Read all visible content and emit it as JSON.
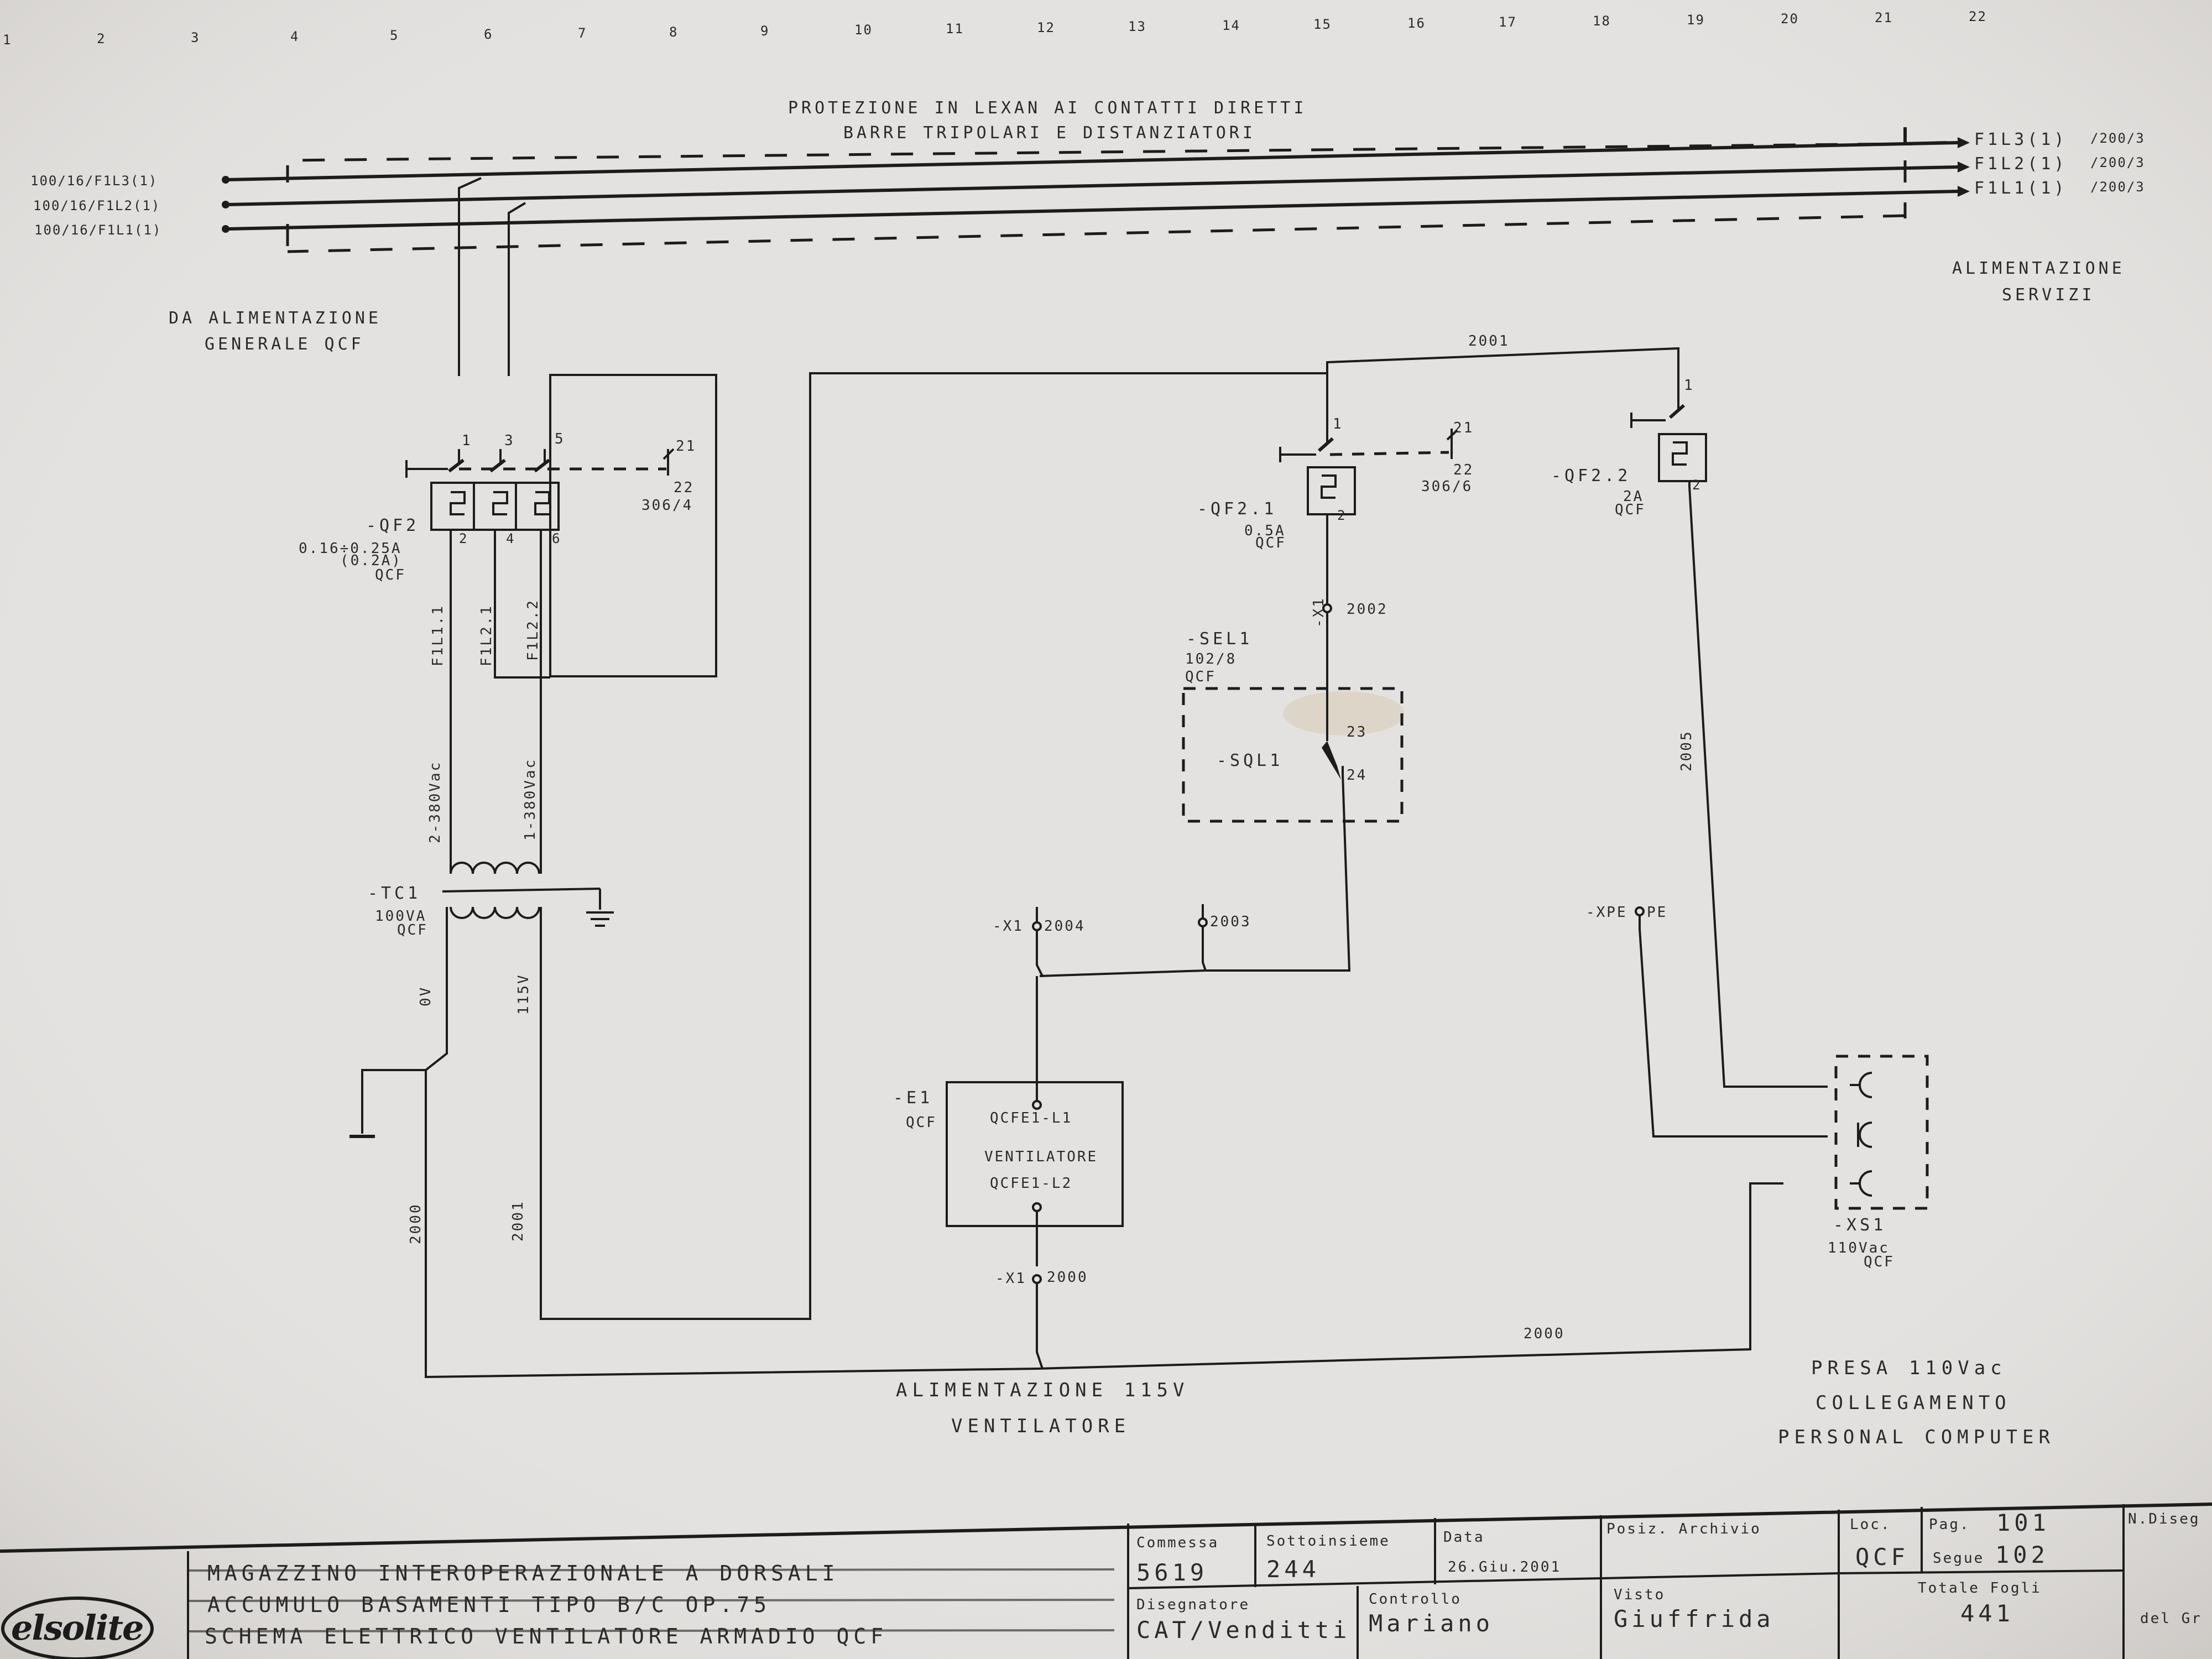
{
  "ruler": [
    "1",
    "2",
    "3",
    "4",
    "5",
    "6",
    "7",
    "8",
    "9",
    "10",
    "11",
    "12",
    "13",
    "14",
    "15",
    "16",
    "17",
    "18",
    "19",
    "20",
    "21",
    "22"
  ],
  "header": {
    "protection_line1": "PROTEZIONE IN LEXAN AI CONTATTI DIRETTI",
    "protection_line2": "BARRE TRIPOLARI E DISTANZIATORI"
  },
  "inputs": [
    "100/16/F1L3(1)",
    "100/16/F1L2(1)",
    "100/16/F1L1(1)"
  ],
  "outputs": {
    "l3": "F1L3(1)",
    "l3_ref": "/200/3",
    "l2": "F1L2(1)",
    "l2_ref": "/200/3",
    "l1": "F1L1(1)",
    "l1_ref": "/200/3"
  },
  "labels": {
    "da_alim_1": "DA ALIMENTAZIONE",
    "da_alim_2": "GENERALE QCF",
    "alim_serv_1": "ALIMENTAZIONE",
    "alim_serv_2": "SERVIZI",
    "alim_vent_1": "ALIMENTAZIONE 115V",
    "alim_vent_2": "VENTILATORE",
    "presa_1": "PRESA 110Vac",
    "presa_2": "COLLEGAMENTO",
    "presa_3": "PERSONAL COMPUTER"
  },
  "qf2": {
    "name": "-QF2",
    "rating": "0.16÷0.25A",
    "set": "(0.2A)",
    "loc": "QCF",
    "t1": "1",
    "t3": "3",
    "t5": "5",
    "t2": "2",
    "t4": "4",
    "t6": "6",
    "aux_21": "21",
    "aux_22": "22",
    "aux_ref": "306/4"
  },
  "wires": {
    "f1l11": "F1L1.1",
    "f1l21": "F1L2.1",
    "f1l22": "F1L2.2",
    "v380_2": "2-380Vac",
    "v380_1": "1-380Vac",
    "ov": "0V",
    "v115": "115V",
    "w2000_left": "2000",
    "w2001_left": "2001",
    "w2001_top": "2001",
    "w2002": "2002",
    "w2003": "2003",
    "w2004": "2004",
    "w2005": "2005",
    "w2000_x1": "2000",
    "w2000_bottom": "2000"
  },
  "tc1": {
    "name": "-TC1",
    "rating": "100VA",
    "loc": "QCF"
  },
  "qf21": {
    "name": "-QF2.1",
    "rating": "0.5A",
    "loc": "QCF",
    "t1": "1",
    "t2": "2",
    "aux_21": "21",
    "aux_22": "22",
    "aux_ref": "306/6"
  },
  "qf22": {
    "name": "-QF2.2",
    "rating": "2A",
    "loc": "QCF",
    "t1": "1",
    "t2": "2"
  },
  "terminals": {
    "x1": "-X1",
    "x1b": "-X1",
    "x1c": "-X1",
    "xpe": "-XPE",
    "pe": "PE"
  },
  "sel1": {
    "name": "-SEL1",
    "ref": "102/8",
    "loc": "QCF",
    "sql1": "-SQL1",
    "c23": "23",
    "c24": "24"
  },
  "e1": {
    "name": "-E1",
    "loc": "QCF",
    "l1": "QCFE1-L1",
    "desc": "VENTILATORE",
    "l2": "QCFE1-L2"
  },
  "xs1": {
    "name": "-XS1",
    "rating": "110Vac",
    "loc": "QCF"
  },
  "title_block": {
    "line1": "MAGAZZINO INTEROPERAZIONALE A DORSALI",
    "line2": "ACCUMULO BASAMENTI TIPO B/C OP.75",
    "line3": "SCHEMA ELETTRICO VENTILATORE ARMADIO QCF",
    "commessa_label": "Commessa",
    "commessa": "5619",
    "sottoinsieme_label": "Sottoinsieme",
    "sottoinsieme": "244",
    "data_label": "Data",
    "data": "26.Giu.2001",
    "posiz_label": "Posiz. Archivio",
    "loc_label": "Loc.",
    "loc": "QCF",
    "pag_label": "Pag.",
    "pag": "101",
    "segue_label": "Segue",
    "segue": "102",
    "ndis_label": "N.Diseg",
    "disegnatore_label": "Disegnatore",
    "disegnatore": "CAT/Venditti",
    "controllo_label": "Controllo",
    "controllo": "Mariano",
    "visto_label": "Visto",
    "visto": "Giuffrida",
    "totale_label": "Totale Fogli",
    "totale": "441",
    "delgr": "del Gr",
    "logo": "elsolite"
  }
}
